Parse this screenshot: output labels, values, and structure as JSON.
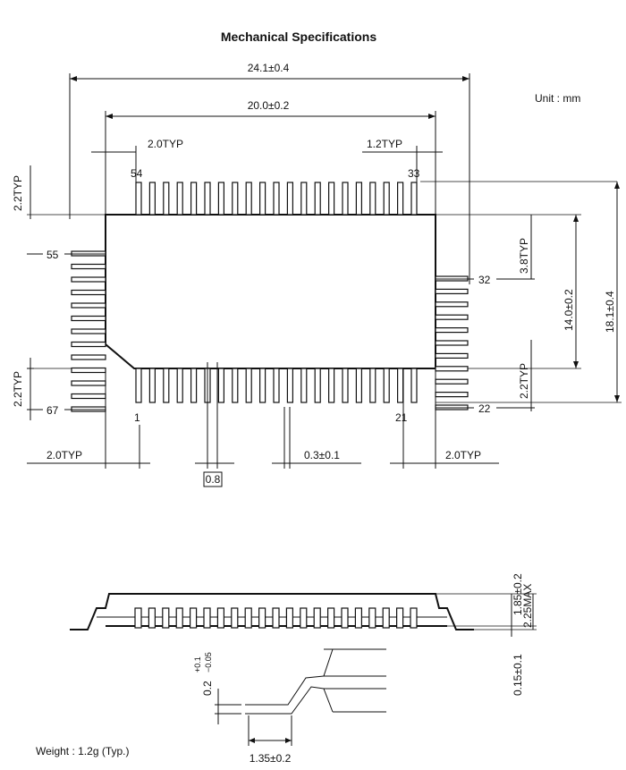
{
  "title": "Mechanical Specifications",
  "unit": "Unit : mm",
  "dims": {
    "overall_width": "24.1±0.4",
    "body_width": "20.0±0.2",
    "pitch_left": "2.0TYP",
    "pitch_right": "1.2TYP",
    "left_top": "2.2TYP",
    "left_bottom": "2.2TYP",
    "right_top": "3.8TYP",
    "right_bottom": "2.2TYP",
    "body_height": "14.0±0.2",
    "overall_height": "18.1±0.4",
    "bottom_left": "2.0TYP",
    "bottom_right": "2.0TYP",
    "lead_width": "0.3±0.1",
    "pitch_box": "0.8",
    "thickness": "1.85±0.2",
    "max_height": "2.25MAX",
    "standoff": "0.15±0.1",
    "lead_thickness": "0.2",
    "lead_thickness_tol_top": "+0.1",
    "lead_thickness_tol_bot": "−0.05",
    "foot_length": "1.35±0.2"
  },
  "pins": {
    "top_left": "54",
    "top_right": "33",
    "left_top": "55",
    "left_bottom": "67",
    "right_top": "32",
    "right_bottom": "22",
    "bottom_left": "1",
    "bottom_right": "21"
  },
  "weight": "Weight : 1.2g (Typ.)"
}
